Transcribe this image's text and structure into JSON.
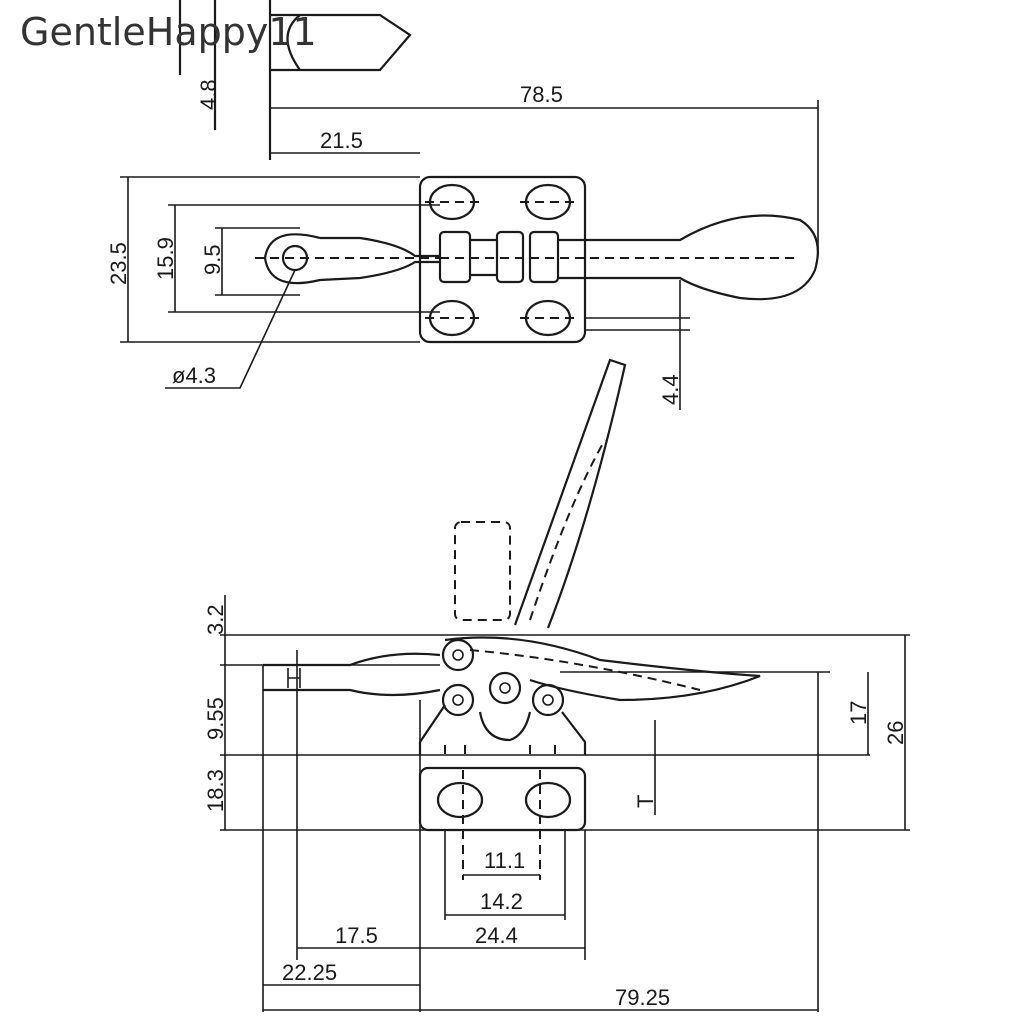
{
  "watermark": "GentleHappy11",
  "top_view": {
    "dim_4_8": "4.8",
    "dim_78_5": "78.5",
    "dim_21_5": "21.5",
    "dim_23_5": "23.5",
    "dim_15_9": "15.9",
    "dim_9_5": "9.5",
    "dim_hole": "ø4.3",
    "dim_4_4": "4.4"
  },
  "side_view": {
    "dim_3_2": "3.2",
    "dim_9_55": "9.55",
    "dim_18_3": "18.3",
    "dim_17": "17",
    "dim_26": "26",
    "dim_T": "T",
    "dim_11_1": "11.1",
    "dim_14_2": "14.2",
    "dim_17_5": "17.5",
    "dim_24_4": "24.4",
    "dim_22_25": "22.25",
    "dim_79_25": "79.25"
  }
}
